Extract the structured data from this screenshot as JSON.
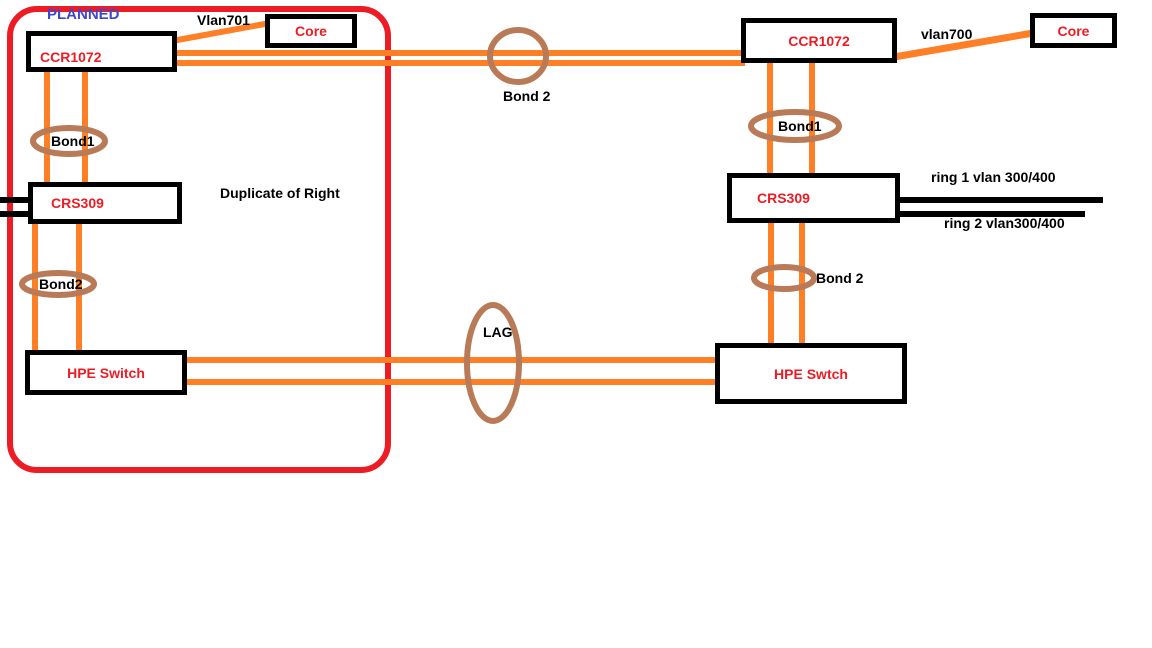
{
  "colors": {
    "link_orange": "#FF7F27",
    "bond_brown": "#B97A57",
    "planned_outline_red": "#ED1C24",
    "device_name_red": "#ED1C24",
    "planned_title_blue": "#3F48CC",
    "line_black": "#000000"
  },
  "planned_region": {
    "title": "PLANNED",
    "note": "Duplicate of Right"
  },
  "left_site": {
    "router": "CCR1072",
    "core": "Core",
    "core_link_label": "Vlan701",
    "bond1_label": "Bond1",
    "switch": "CRS309",
    "bond2_label": "Bond2",
    "access_switch": "HPE Switch"
  },
  "right_site": {
    "router": "CCR1072",
    "core": "Core",
    "core_link_label": "vlan700",
    "bond1_label": "Bond1",
    "switch": "CRS309",
    "ring1_label": "ring 1 vlan 300/400",
    "ring2_label": "ring 2 vlan300/400",
    "bond2_label": "Bond 2",
    "access_switch": "HPE Swtch"
  },
  "interconnects": {
    "router_bond_label": "Bond 2",
    "switch_lag_label": "LAG"
  }
}
